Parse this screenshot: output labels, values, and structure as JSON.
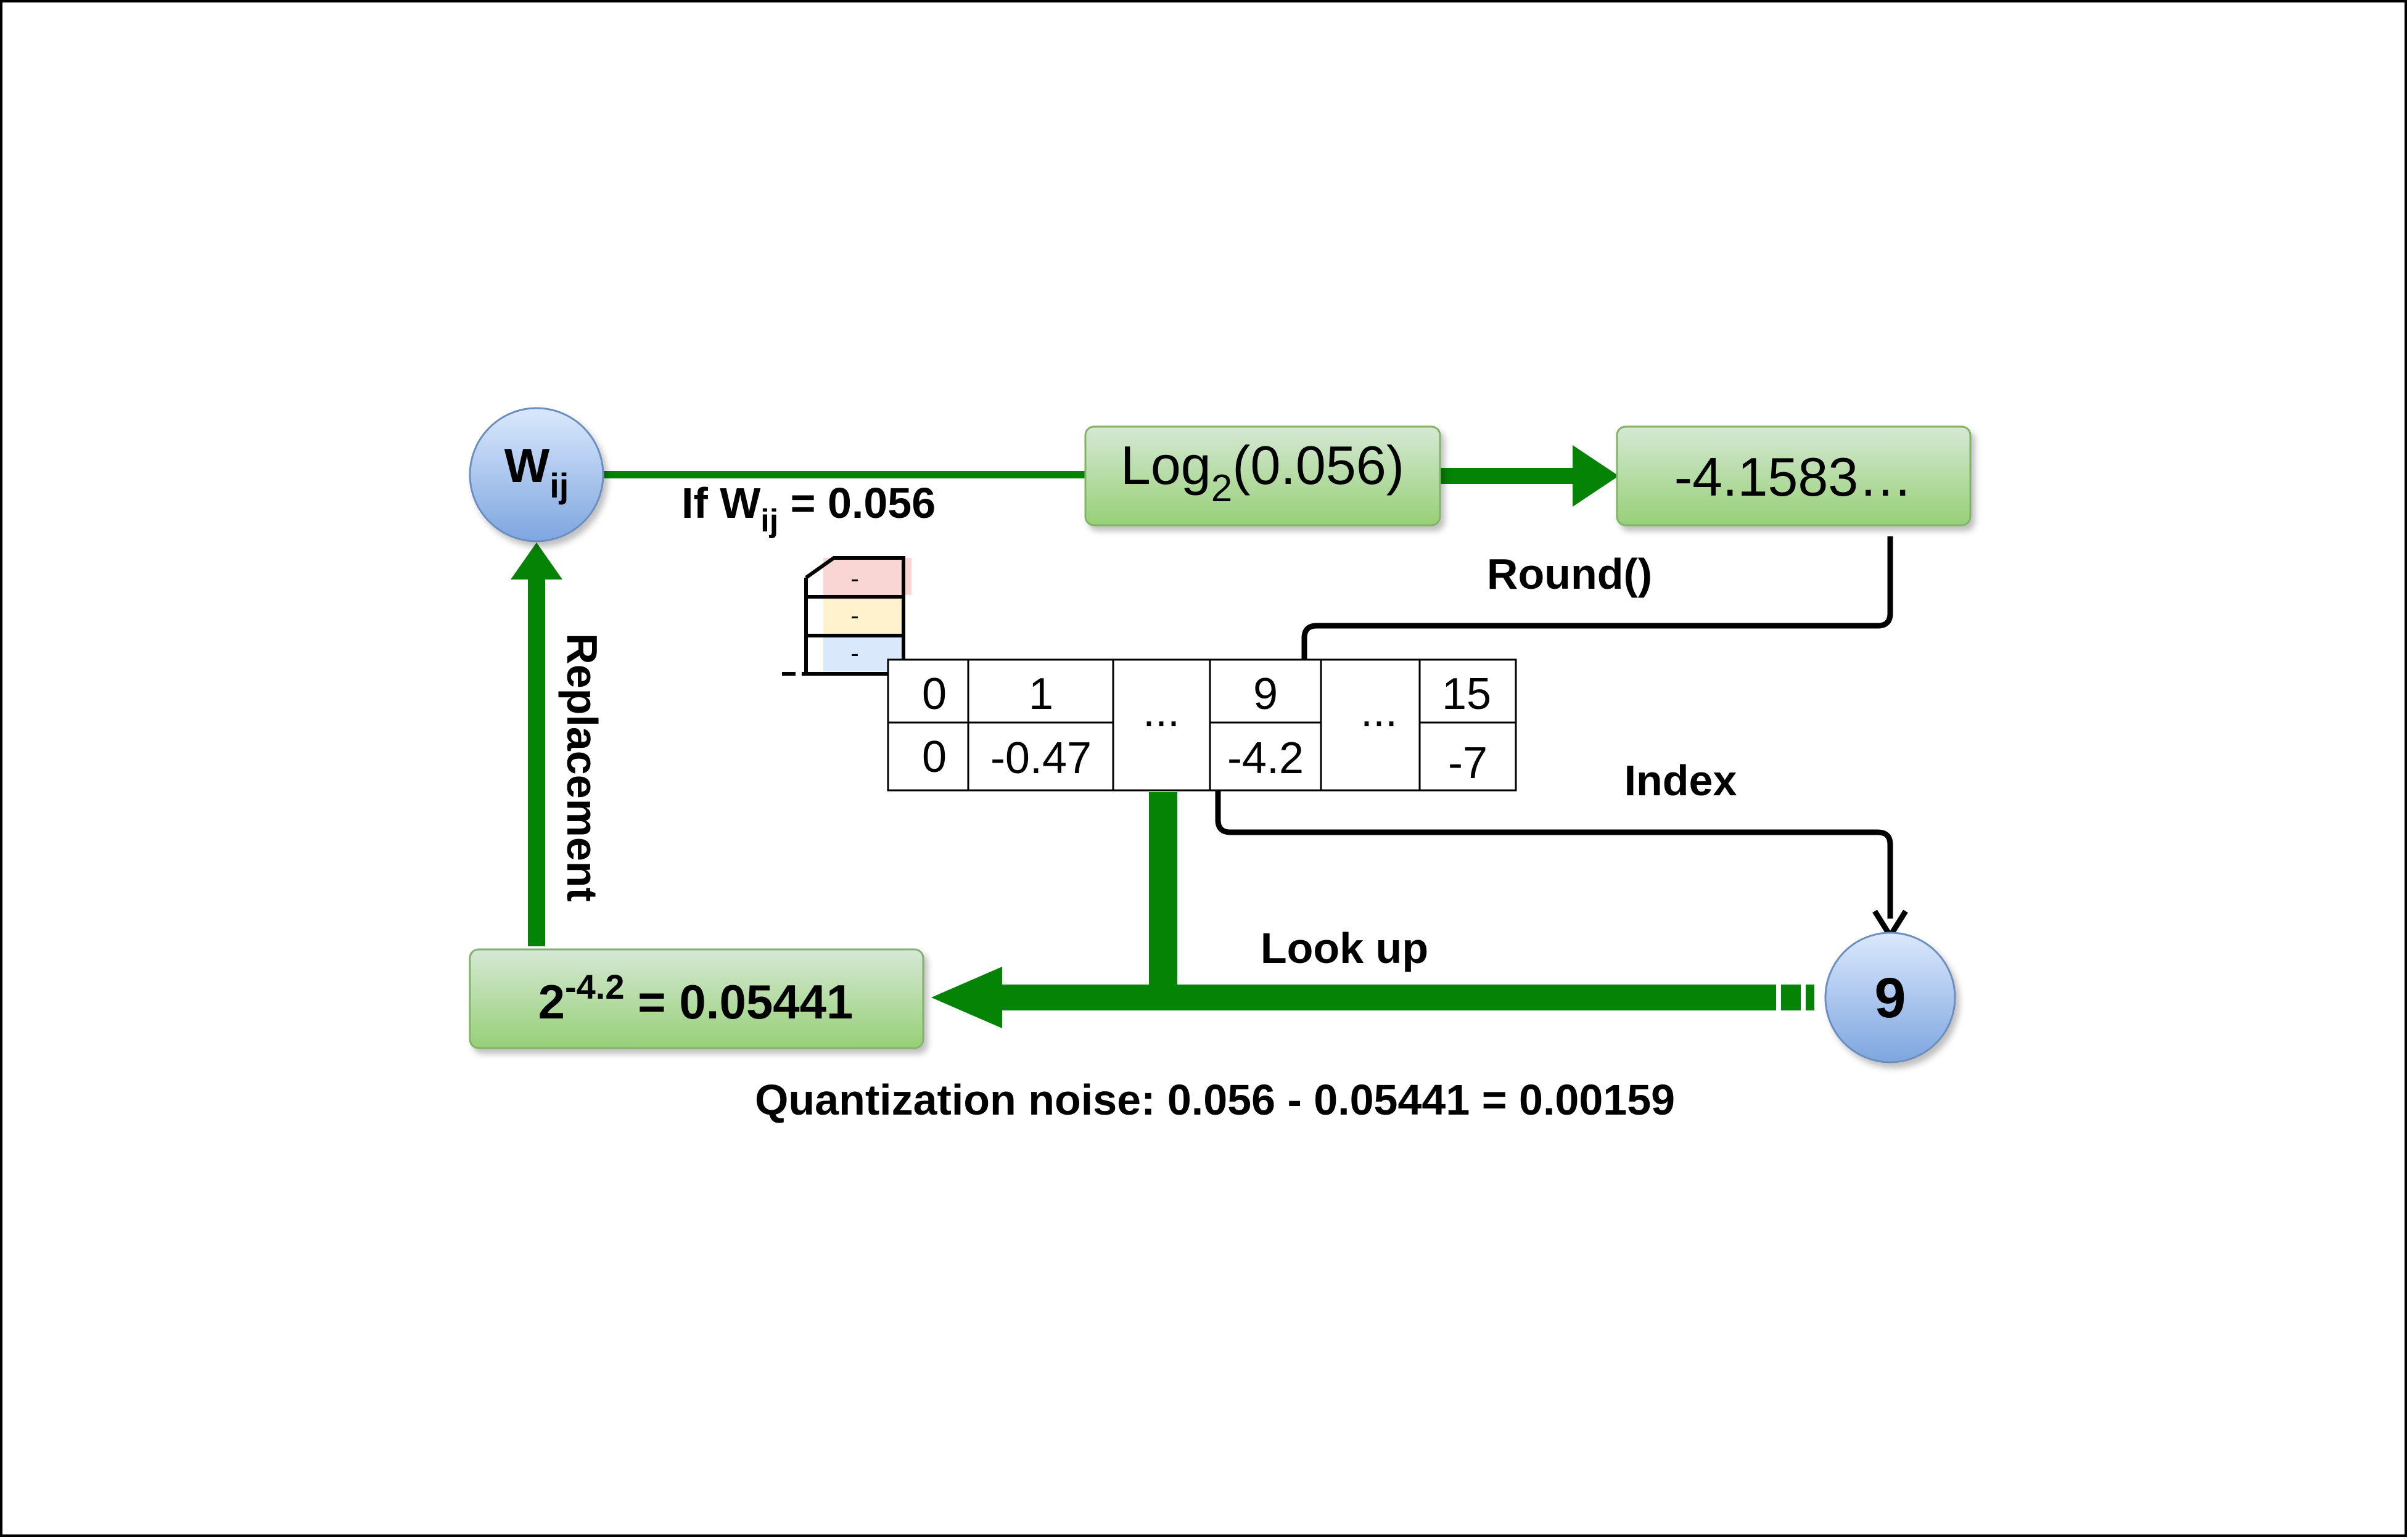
{
  "colors": {
    "green_arrow": "#058305",
    "black_arrow": "#000000",
    "node_fill_top": "#dae8fc",
    "node_fill_bottom": "#7ea6e0",
    "node_stroke": "#6c8ebf",
    "box_fill_top": "#d5e8d4",
    "box_fill_bottom": "#97d077",
    "box_stroke": "#82b366"
  },
  "nodes": {
    "wij": {
      "base": "W",
      "sub": "ij"
    },
    "index_value": "9"
  },
  "boxes": {
    "log": {
      "prefix": "Log",
      "sub": "2",
      "suffix": "(0.056)"
    },
    "log_result": "-4.1583…",
    "replacement": {
      "base": "2",
      "sup": "-4.2",
      "suffix": " = 0.05441"
    }
  },
  "labels": {
    "condition": {
      "prefix": "If W",
      "sub": "ij",
      "suffix": " = 0.056"
    },
    "round": "Round()",
    "index": "Index",
    "look_up": "Look up",
    "replacement": "Replacement",
    "noise": "Quantization noise: 0.056 - 0.05441 = 0.00159"
  },
  "table_icon": {
    "rows": [
      "-",
      "-",
      "-"
    ],
    "row_colors": [
      "#f8cecc",
      "#fff2cc",
      "#dae8fc"
    ]
  },
  "lookup_table": {
    "indices": [
      "0",
      "1",
      "...",
      "9",
      "...",
      "15"
    ],
    "values": [
      "0",
      "-0.47",
      "",
      "-4.2",
      "",
      "-7"
    ]
  }
}
